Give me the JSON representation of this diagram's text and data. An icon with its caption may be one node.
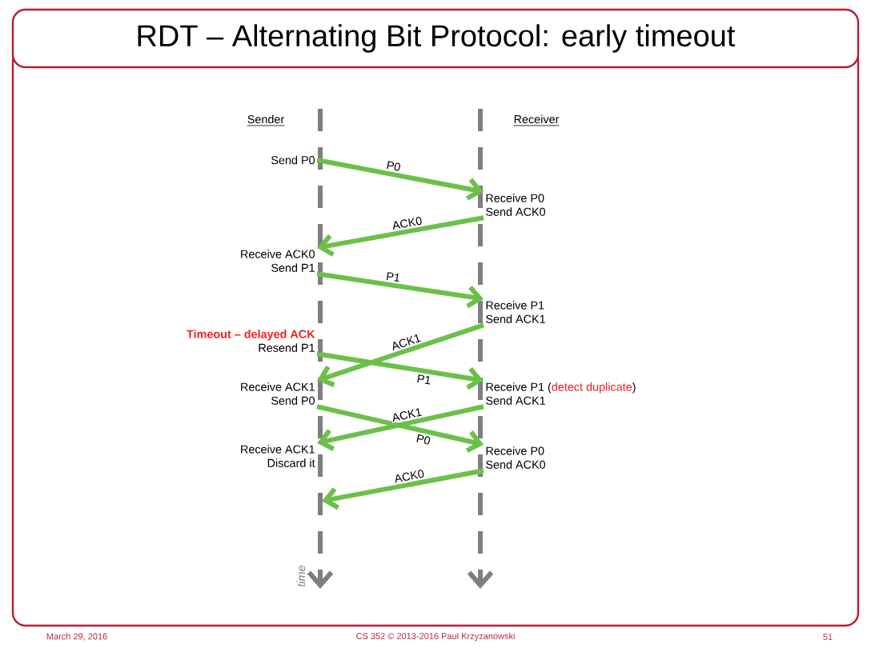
{
  "diagram": {
    "title": "RDT – Alternating Bit Protocol: early timeout",
    "nodes": [
      {
        "text": [
          "Send P0"
        ]
      },
      {
        "text": [
          "Receive P0",
          "Send ACK0"
        ]
      },
      {
        "text": [
          "Receive ACK0",
          "Send P1"
        ]
      },
      {
        "text": [
          "Receive P1",
          "Send ACK1"
        ]
      },
      {
        "text": [
          "Timeout – delayed ACK",
          "Resend P1"
        ]
      },
      {
        "text": [
          "Receive ACK1",
          "Send P0"
        ]
      },
      {
        "text": [
          "Receive P1 (",
          "detect duplicate",
          ")",
          "Send ACK1"
        ]
      },
      {
        "text": [
          "Receive ACK1",
          "Discard it"
        ]
      },
      {
        "text": [
          "Receive P0",
          "Send ACK0"
        ]
      }
    ],
    "edges": [
      {
        "from": 0,
        "to": 1,
        "arrow": "to",
        "label": "P0"
      },
      {
        "from": 1,
        "to": 2,
        "arrow": "to",
        "label": "ACK0"
      },
      {
        "from": 2,
        "to": 3,
        "arrow": "to",
        "label": "P1"
      },
      {
        "from": 3,
        "to": 5,
        "arrow": "to",
        "label": "ACK1"
      },
      {
        "from": 4,
        "to": 6,
        "arrow": "to",
        "label": "P1"
      },
      {
        "from": 6,
        "to": 7,
        "arrow": "to",
        "label": "ACK1"
      },
      {
        "from": 5,
        "to": 8,
        "arrow": "to",
        "label": "P0"
      },
      {
        "from": 8,
        "to": 7,
        "arrow": "to",
        "label": "ACK0"
      }
    ],
    "labels": [
      "Sender",
      "Receiver",
      "time",
      "March 29, 2016",
      "CS 352 © 2013-2016 Paul Krzyzanowski",
      "51"
    ]
  }
}
